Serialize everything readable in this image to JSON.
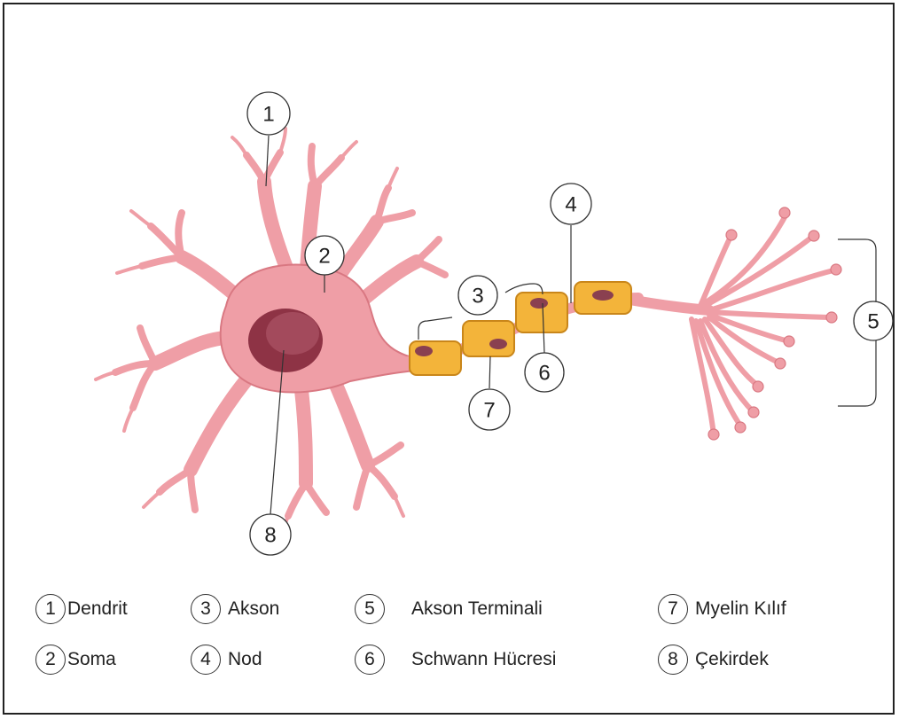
{
  "callouts": [
    {
      "number": "1"
    },
    {
      "number": "2"
    },
    {
      "number": "3"
    },
    {
      "number": "4"
    },
    {
      "number": "5"
    },
    {
      "number": "6"
    },
    {
      "number": "7"
    },
    {
      "number": "8"
    }
  ],
  "legend": [
    {
      "number": "1",
      "label": "Dendrit"
    },
    {
      "number": "2",
      "label": "Soma"
    },
    {
      "number": "3",
      "label": "Akson"
    },
    {
      "number": "4",
      "label": "Nod"
    },
    {
      "number": "5",
      "label": "Akson Terminali"
    },
    {
      "number": "6",
      "label": "Schwann Hücresi"
    },
    {
      "number": "7",
      "label": "Myelin Kılıf"
    },
    {
      "number": "8",
      "label": "Çekirdek"
    }
  ],
  "colors": {
    "neuron_fill": "#ef9ea6",
    "neuron_stroke": "#c9606b",
    "nucleus": "#8e3345",
    "myelin": "#f3b43a",
    "myelin_stroke": "#c9861a",
    "schwann_nucleus": "#8a4050"
  }
}
